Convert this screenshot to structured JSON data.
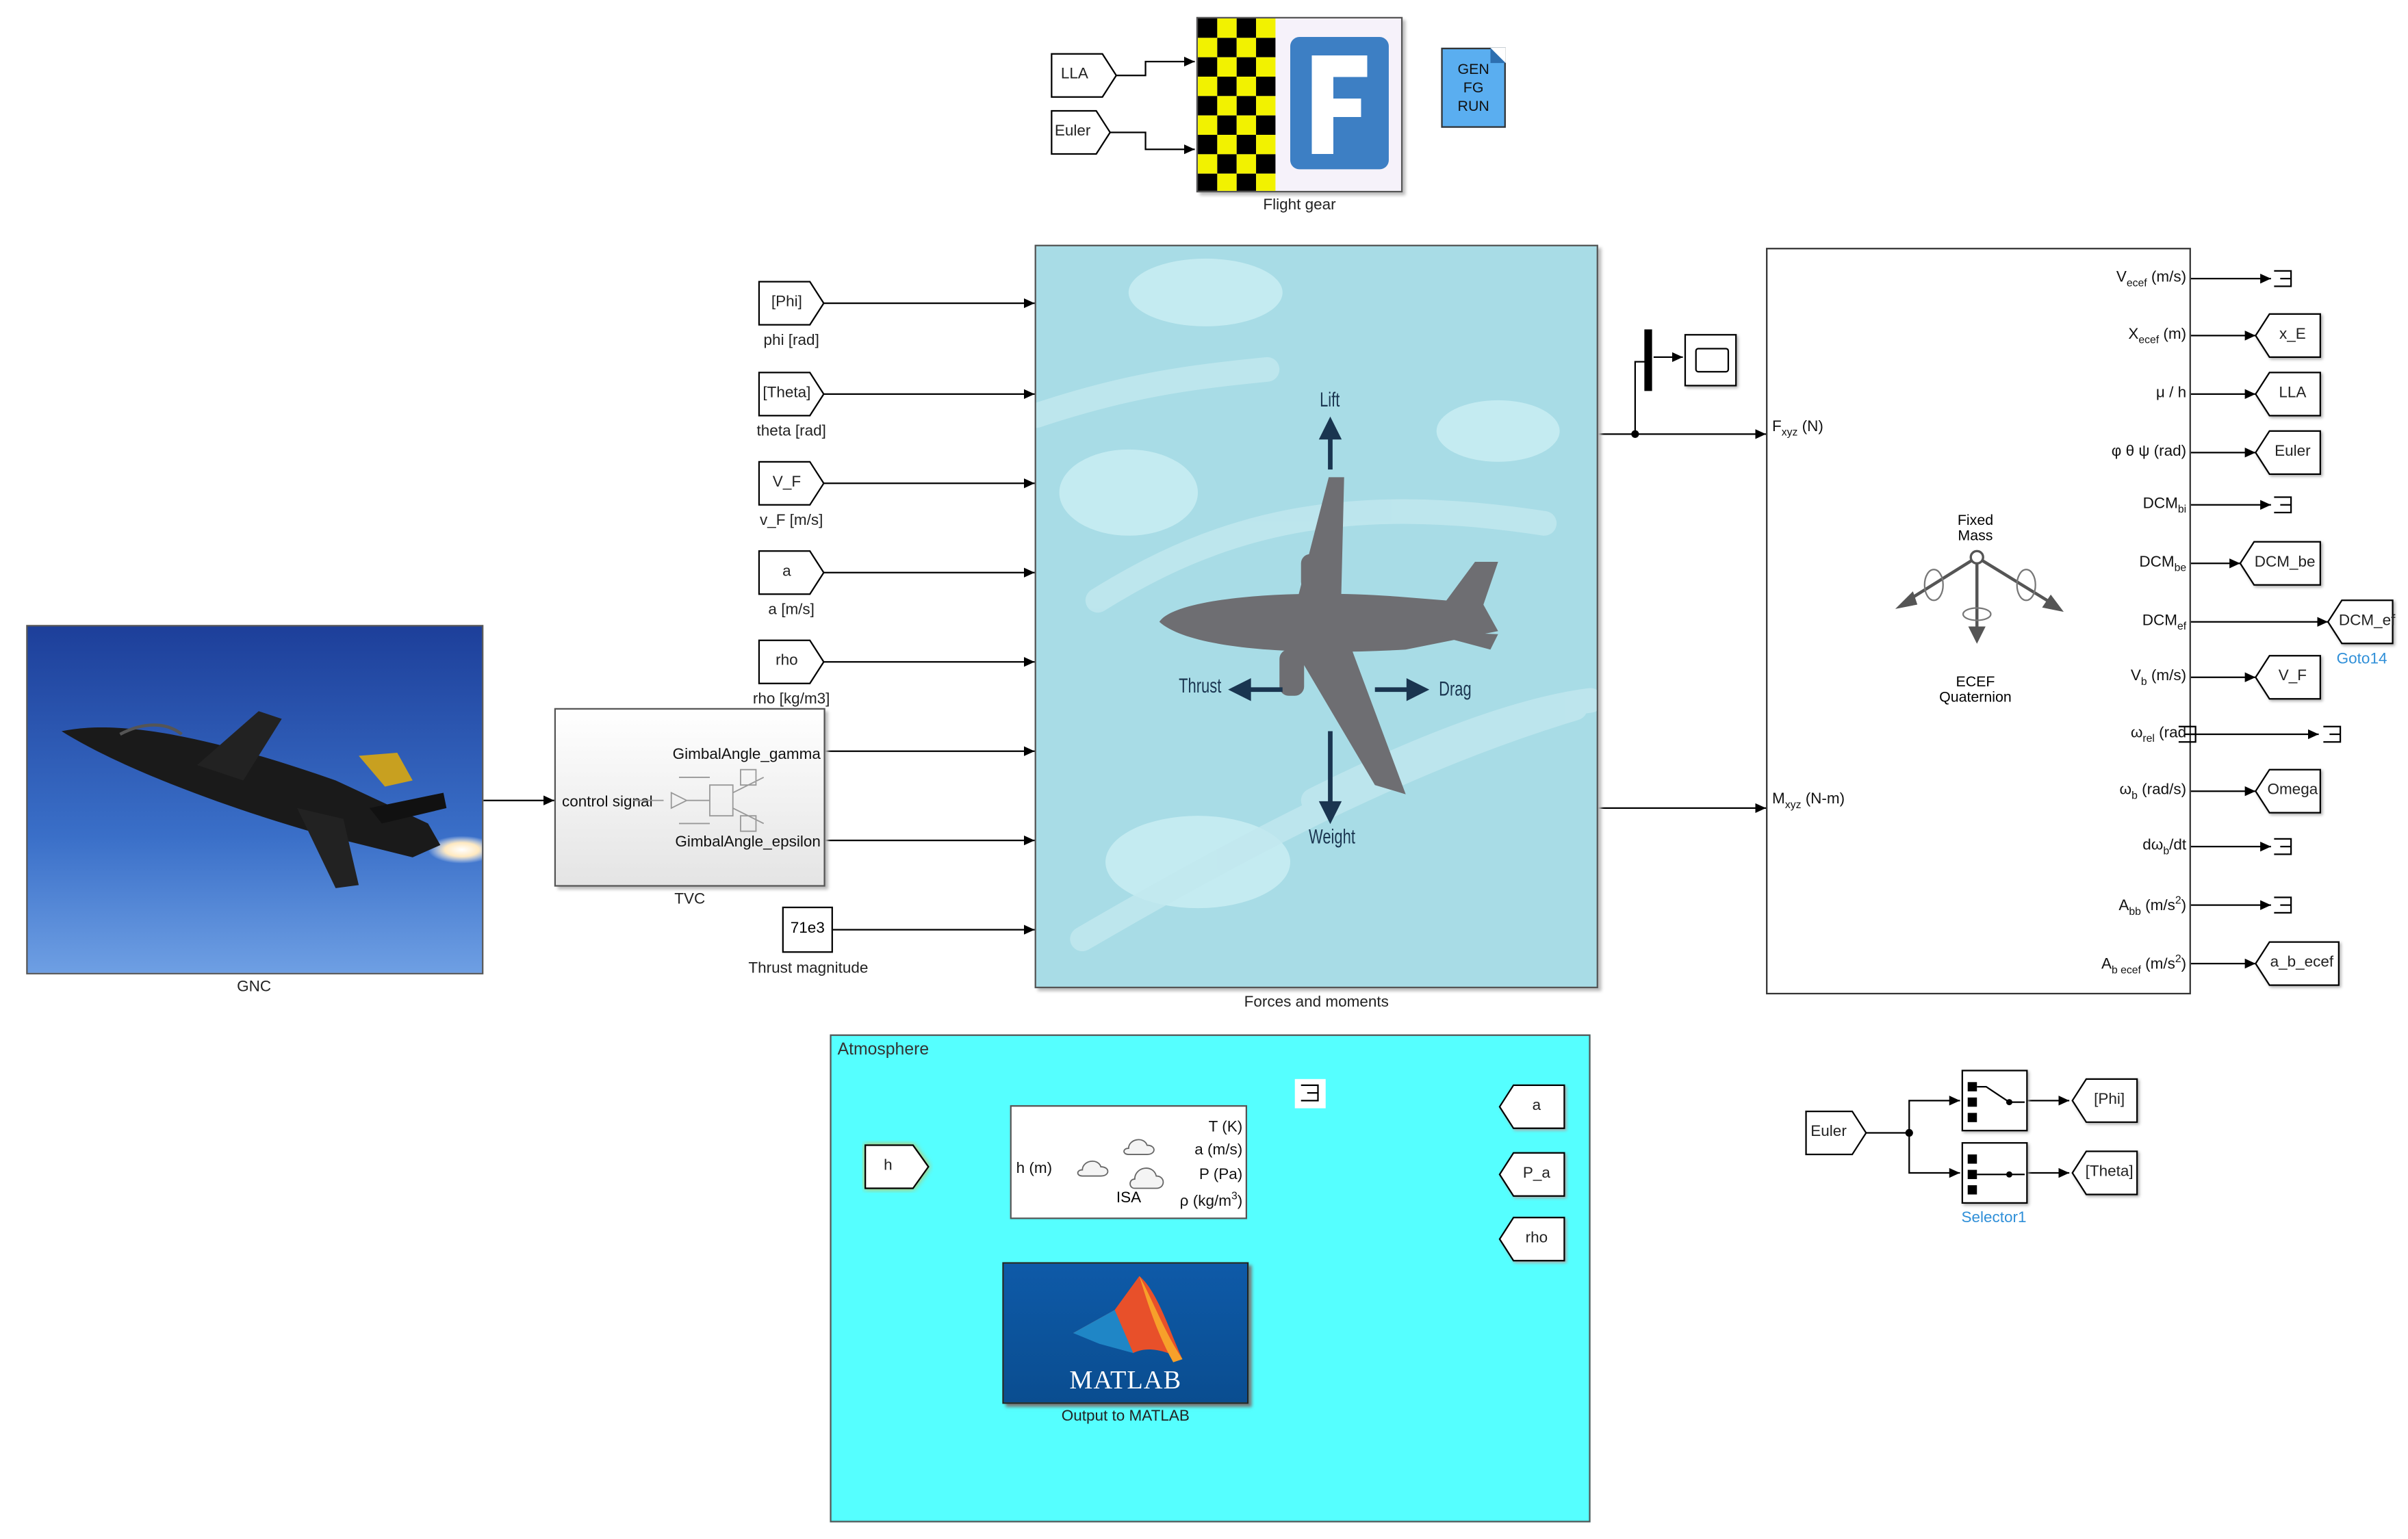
{
  "gnc": {
    "label": "GNC"
  },
  "flightgear": {
    "label": "Flight gear",
    "inputs": [
      "LLA",
      "Euler"
    ],
    "gen_button": "GEN\nFG\nRUN"
  },
  "gen_button_lines": [
    "GEN",
    "FG",
    "RUN"
  ],
  "forces_block": {
    "label": "Forces and moments",
    "arrows": [
      "Lift",
      "Thrust",
      "Drag",
      "Weight"
    ]
  },
  "input_tags": [
    {
      "tag": "[Phi]",
      "caption": "phi [rad]"
    },
    {
      "tag": "[Theta]",
      "caption": "theta [rad]"
    },
    {
      "tag": "V_F",
      "caption": "v_F [m/s]"
    },
    {
      "tag": "a",
      "caption": "a [m/s]"
    },
    {
      "tag": "rho",
      "caption": "rho [kg/m3]"
    }
  ],
  "thrust": {
    "value": "71e3",
    "caption": "Thrust magnitude"
  },
  "tvc": {
    "label": "TVC",
    "in_port": "control signal",
    "out_ports": [
      "GimbalAngle_gamma",
      "GimbalAngle_epsilon"
    ]
  },
  "sixdof": {
    "center_top": "Fixed\nMass",
    "center_top_lines": [
      "Fixed",
      "Mass"
    ],
    "center_bottom_lines": [
      "ECEF",
      "Quaternion"
    ],
    "in_ports": [
      {
        "main": "F",
        "sub": "xyz",
        "unit": " (N)"
      },
      {
        "main": "M",
        "sub": "xyz",
        "unit": " (N-m)"
      }
    ],
    "out_ports": [
      {
        "main": "V",
        "sub": "ecef",
        "unit": " (m/s)"
      },
      {
        "main": "X",
        "sub": "ecef",
        "unit": " (m)"
      },
      {
        "main": "μ  ",
        "sub": "",
        "unit": "/ h"
      },
      {
        "main": "φ θ ψ",
        "sub": "",
        "unit": " (rad)"
      },
      {
        "main": "DCM",
        "sub": "bi",
        "unit": ""
      },
      {
        "main": "DCM",
        "sub": "be",
        "unit": ""
      },
      {
        "main": "DCM",
        "sub": "ef",
        "unit": ""
      },
      {
        "main": "V",
        "sub": "b",
        "unit": " (m/s)"
      },
      {
        "main": "ω",
        "sub": "rel",
        "unit": " (rad"
      },
      {
        "main": "ω",
        "sub": "b",
        "unit": " (rad/s)"
      },
      {
        "main": "dω",
        "sub": "b",
        "unit": "/dt"
      },
      {
        "main": "A",
        "sub": "bb",
        "unit": " (m/s",
        "sup": "2",
        "end": ")"
      },
      {
        "main": "A",
        "sub": "b ecef",
        "unit": " (m/s",
        "sup": "2",
        "end": ")"
      }
    ]
  },
  "goto_tags": [
    "x_E",
    "LLA",
    "Euler",
    "DCM_be",
    "DCM_ef",
    "V_F",
    "Omega",
    "a_b_ecef"
  ],
  "goto14": "Goto14",
  "atmosphere": {
    "title": "Atmosphere",
    "input": "h",
    "isa": {
      "label": "ISA",
      "in_port": "h (m)",
      "out_ports": [
        "T (K)",
        "a (m/s)",
        "P (Pa)",
        "ρ (kg/m"
      ],
      "sup": "3",
      "end": ")"
    },
    "outputs": [
      "a",
      "P_a",
      "rho"
    ],
    "matlab": {
      "logo_text": "MATLAB",
      "caption": "Output to MATLAB"
    }
  },
  "selector": {
    "input": "Euler",
    "outputs": [
      "[Phi]",
      "[Theta]"
    ],
    "label": "Selector1"
  },
  "colors": {
    "forces_bg": "#a8dce6",
    "atmo_bg": "#55ffff",
    "gnc_sky": "#2f5fb8",
    "tag_fill": "#ffffff",
    "flightgear_check": "#f2f200",
    "fg_blue": "#3d7fc4",
    "gen_fill": "#5aaef0"
  }
}
